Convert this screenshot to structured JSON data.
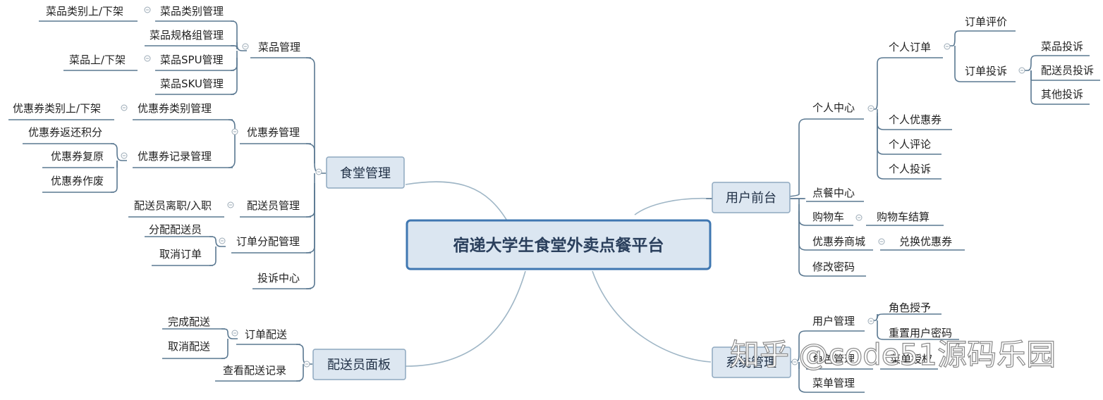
{
  "root": "宿递大学生食堂外卖点餐平台",
  "branches": {
    "canteen": {
      "label": "食堂管理",
      "dish": {
        "label": "菜品管理",
        "category": "菜品类别管理",
        "category_shelf": "菜品类别上/下架",
        "spec_group": "菜品规格组管理",
        "spu": "菜品SPU管理",
        "spu_shelf": "菜品上/下架",
        "sku": "菜品SKU管理"
      },
      "coupon": {
        "label": "优惠券管理",
        "category": "优惠券类别管理",
        "category_shelf": "优惠券类别上/下架",
        "record": "优惠券记录管理",
        "refund_points": "优惠券返还积分",
        "restore": "优惠券复原",
        "void": "优惠券作废"
      },
      "courier": {
        "label": "配送员管理",
        "leave_join": "配送员离职/入职"
      },
      "order_assign": {
        "label": "订单分配管理",
        "assign": "分配配送员",
        "cancel": "取消订单"
      },
      "complaints": "投诉中心"
    },
    "courier_panel": {
      "label": "配送员面板",
      "order_delivery": {
        "label": "订单配送",
        "complete": "完成配送",
        "cancel": "取消配送"
      },
      "records": "查看配送记录"
    },
    "user_front": {
      "label": "用户前台",
      "personal_center": {
        "label": "个人中心",
        "orders": {
          "label": "个人订单",
          "review": "订单评价",
          "complaint": {
            "label": "订单投诉",
            "dish": "菜品投诉",
            "courier": "配送员投诉",
            "other": "其他投诉"
          }
        },
        "coupons": "个人优惠券",
        "comments": "个人评论",
        "complaints": "个人投诉"
      },
      "ordering": "点餐中心",
      "cart": {
        "label": "购物车",
        "checkout": "购物车结算"
      },
      "coupon_mall": {
        "label": "优惠券商城",
        "redeem": "兑换优惠券"
      },
      "change_password": "修改密码"
    },
    "system": {
      "label": "系统管理",
      "user_mgmt": {
        "label": "用户管理",
        "grant_role": "角色授予",
        "reset_password": "重置用户密码"
      },
      "role_mgmt": {
        "label": "角色管理",
        "menu_grant": "菜单授权"
      },
      "menu_mgmt": "菜单管理"
    }
  },
  "watermark": "知乎 @code51源码乐园"
}
